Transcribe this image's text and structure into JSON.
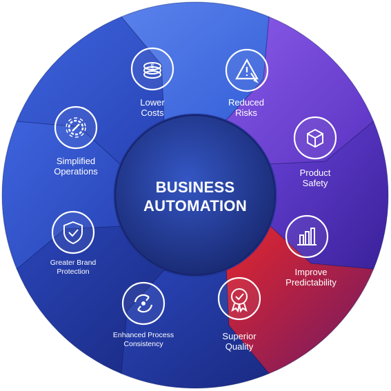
{
  "center": {
    "line1": "BUSINESS",
    "line2": "AUTOMATION"
  },
  "segments": [
    {
      "lines": [
        "Lower",
        "Costs"
      ],
      "icon": "coin-stack-icon"
    },
    {
      "lines": [
        "Reduced",
        "Risks"
      ],
      "icon": "warning-triangle-icon"
    },
    {
      "lines": [
        "Product",
        "Safety"
      ],
      "icon": "package-box-icon"
    },
    {
      "lines": [
        "Improve",
        "Predictability"
      ],
      "icon": "bar-chart-icon"
    },
    {
      "lines": [
        "Superior",
        "Quality"
      ],
      "icon": "quality-ribbon-icon"
    },
    {
      "lines": [
        "Enhanced Process",
        "Consistency"
      ],
      "icon": "cycle-arrows-icon"
    },
    {
      "lines": [
        "Greater Brand",
        "Protection"
      ],
      "icon": "shield-check-icon"
    },
    {
      "lines": [
        "Simplified",
        "Operations"
      ],
      "icon": "gear-wrench-icon"
    }
  ],
  "colors": {
    "purple": "#6a3fd6",
    "deep_purple": "#4e2bb5",
    "red": "#c71f2a",
    "blue": "#2f55d4",
    "navy": "#1e2f8f",
    "center": "#1f3a95"
  }
}
